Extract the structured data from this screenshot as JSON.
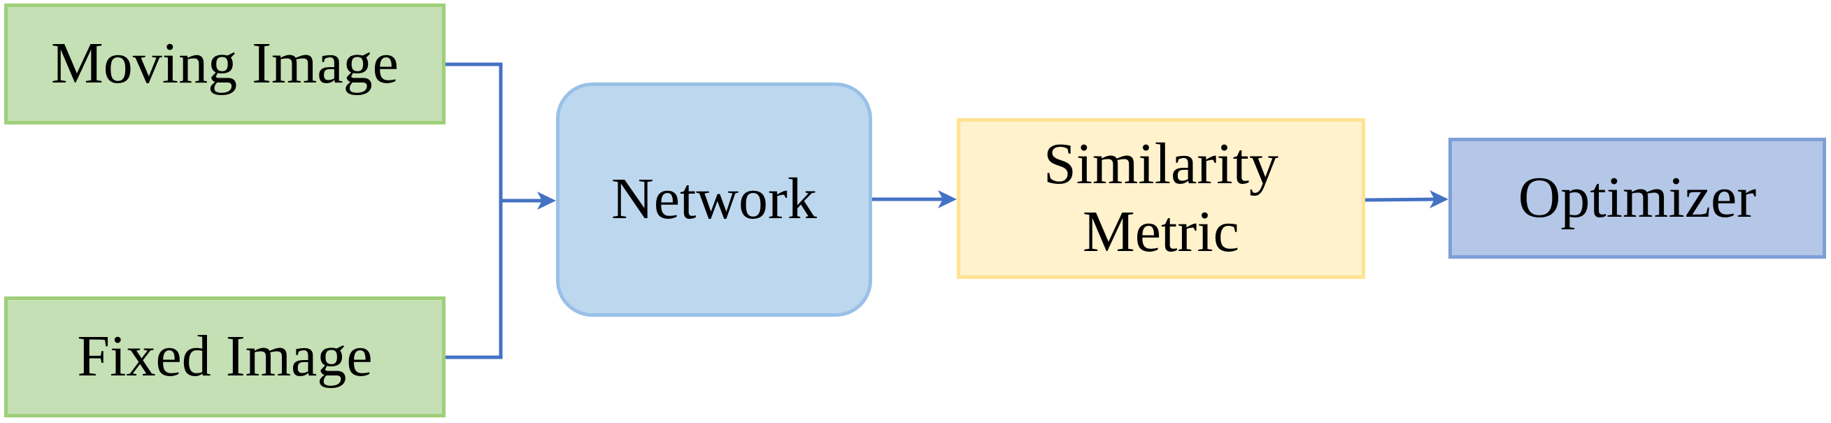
{
  "diagram": {
    "nodes": {
      "moving_image": {
        "label": "Moving Image",
        "fill": "#c5e0b4"
      },
      "fixed_image": {
        "label": "Fixed Image",
        "fill": "#c5e0b4"
      },
      "network": {
        "label": "Network",
        "fill": "#bdd7ee"
      },
      "similarity_metric": {
        "line1": "Similarity",
        "line2": "Metric",
        "fill": "#fff2cc"
      },
      "optimizer": {
        "label": "Optimizer",
        "fill": "#b4c7e7"
      }
    },
    "edges": [
      {
        "from": "moving_image",
        "to": "network"
      },
      {
        "from": "fixed_image",
        "to": "network"
      },
      {
        "from": "network",
        "to": "similarity_metric"
      },
      {
        "from": "similarity_metric",
        "to": "optimizer"
      }
    ],
    "edge_color": "#4472c4"
  }
}
